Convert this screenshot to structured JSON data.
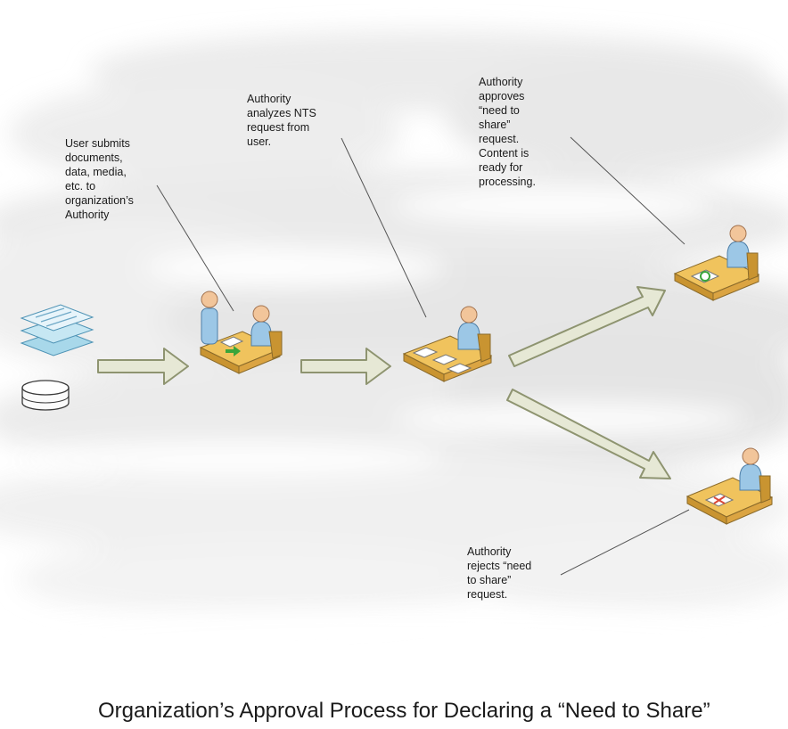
{
  "title": "Organization’s Approval Process for Declaring a “Need to Share”",
  "labels": {
    "submit": "User submits\ndocuments,\ndata, media,\netc. to\norganization’s\nAuthority",
    "analyze": "Authority\nanalyzes NTS\nrequest from\nuser.",
    "approve": "Authority\napproves\n“need to\nshare”\nrequest.\nContent is\nready for\nprocessing.",
    "reject": "Authority\nrejects “need\nto share”\nrequest."
  },
  "icons": {
    "documents": "document-stack-icon",
    "database": "database-icon",
    "submit_desk": "user-handing-documents-to-authority-icon",
    "review_desk": "authority-reviewing-documents-icon",
    "approve_desk": "authority-approving-icon",
    "reject_desk": "authority-rejecting-icon"
  },
  "colors": {
    "arrow_fill": "#e6e8d5",
    "arrow_stroke": "#8e9470",
    "desk": "#e9b54a",
    "person": "#9cc7e6",
    "skin": "#f2c59a",
    "approve_mark": "#3aa53a",
    "reject_mark": "#d94a3a"
  }
}
